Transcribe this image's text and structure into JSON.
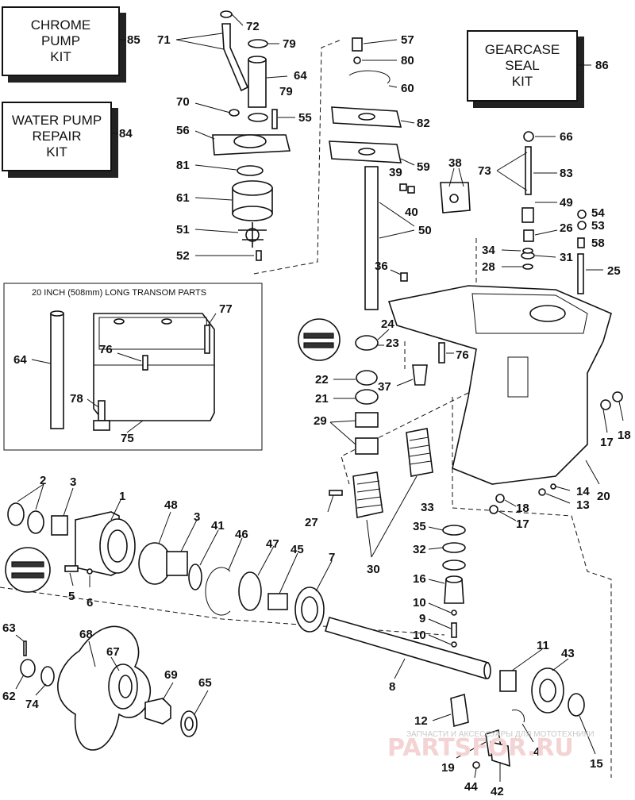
{
  "kits": {
    "chrome": {
      "line1": "CHROME",
      "line2": "PUMP",
      "line3": "KIT",
      "num": "85"
    },
    "water": {
      "line1": "WATER PUMP",
      "line2": "REPAIR",
      "line3": "KIT",
      "num": "84"
    },
    "gearcase": {
      "line1": "GEARCASE",
      "line2": "SEAL",
      "line3": "KIT",
      "num": "86"
    }
  },
  "panel_title": "20 INCH (508mm) LONG TRANSOM PARTS",
  "callouts": {
    "c72": "72",
    "c71": "71",
    "c79a": "79",
    "c64": "64",
    "c79b": "79",
    "c70": "70",
    "c55": "55",
    "c56": "56",
    "c81": "81",
    "c61": "61",
    "c51": "51",
    "c52": "52",
    "c57": "57",
    "c80": "80",
    "c60": "60",
    "c82": "82",
    "c59": "59",
    "c39": "39",
    "c40": "40",
    "c50": "50",
    "c36": "36",
    "c38": "38",
    "c66": "66",
    "c73": "73",
    "c83": "83",
    "c49": "49",
    "c54": "54",
    "c26": "26",
    "c53": "53",
    "c58": "58",
    "c34": "34",
    "c31": "31",
    "c28": "28",
    "c25": "25",
    "c77": "77",
    "c76a": "76",
    "c64b": "64",
    "c78": "78",
    "c75": "75",
    "c24": "24",
    "c23": "23",
    "c76b": "76",
    "c22": "22",
    "c37": "37",
    "c21": "21",
    "c29": "29",
    "c17a": "17",
    "c18a": "18",
    "c20": "20",
    "c14": "14",
    "c13": "13",
    "c18b": "18",
    "c17b": "17",
    "c2": "2",
    "c3a": "3",
    "c1": "1",
    "c48": "48",
    "c3b": "3",
    "c41": "41",
    "c46": "46",
    "c47": "47",
    "c45": "45",
    "c7": "7",
    "c27": "27",
    "c30": "30",
    "c33": "33",
    "c35": "35",
    "c32": "32",
    "c16": "16",
    "c10a": "10",
    "c9": "9",
    "c10b": "10",
    "c5": "5",
    "c6": "6",
    "c63": "63",
    "c68": "68",
    "c67": "67",
    "c62": "62",
    "c74": "74",
    "c69": "69",
    "c65": "65",
    "c8": "8",
    "c11": "11",
    "c43": "43",
    "c12": "12",
    "c4": "4",
    "c19": "19",
    "c44": "44",
    "c42": "42",
    "c15": "15"
  },
  "watermark": {
    "caption": "ЗАПЧАСТИ И АКСЕССУАРЫ ДЛЯ МОТОТЕХНИКИ",
    "brand": "PARTSFOR.RU"
  },
  "colors": {
    "ink": "#111111",
    "paper": "#ffffff",
    "watermark": "#f3d3d3"
  }
}
